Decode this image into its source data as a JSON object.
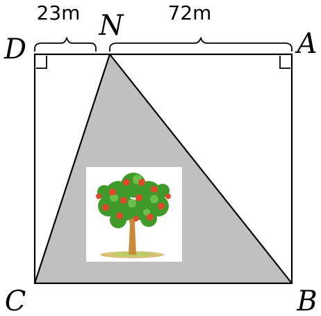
{
  "figure": {
    "points": {
      "A": "A",
      "B": "B",
      "C": "C",
      "D": "D",
      "N": "N"
    },
    "lengths": {
      "DN": "23m",
      "NA": "72m"
    },
    "colors": {
      "stroke": "#000000",
      "shade": "#c0c0c0",
      "tree_trunk": "#c98a3a",
      "leaf": "#3f9a2a",
      "fruit": "#e04a2a",
      "grass": "#d8c27a"
    },
    "icons": {
      "tree": "apple-tree-icon"
    }
  }
}
